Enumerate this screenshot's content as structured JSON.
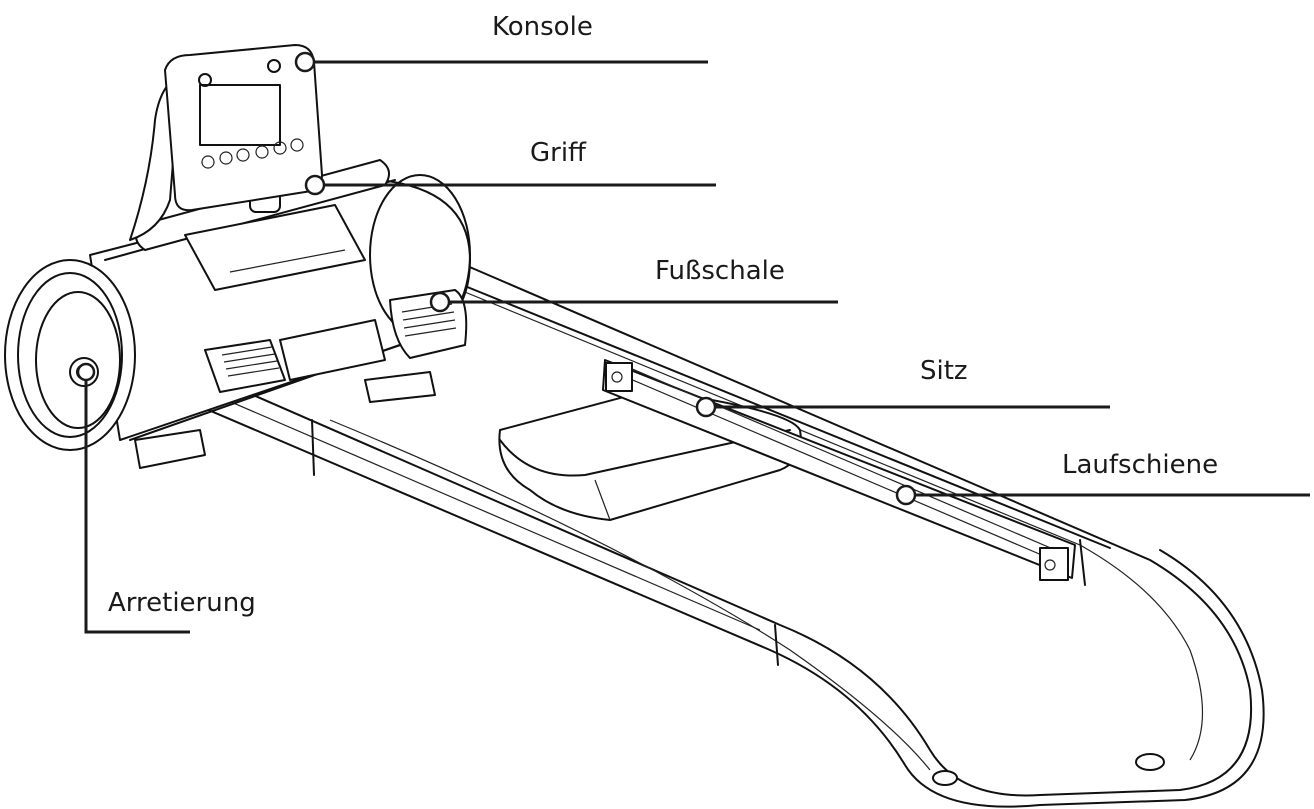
{
  "labels": {
    "konsole": "Konsole",
    "griff": "Griff",
    "fussschale": "Fußschale",
    "sitz": "Sitz",
    "laufschiene": "Laufschiene",
    "arretierung": "Arretierung"
  }
}
